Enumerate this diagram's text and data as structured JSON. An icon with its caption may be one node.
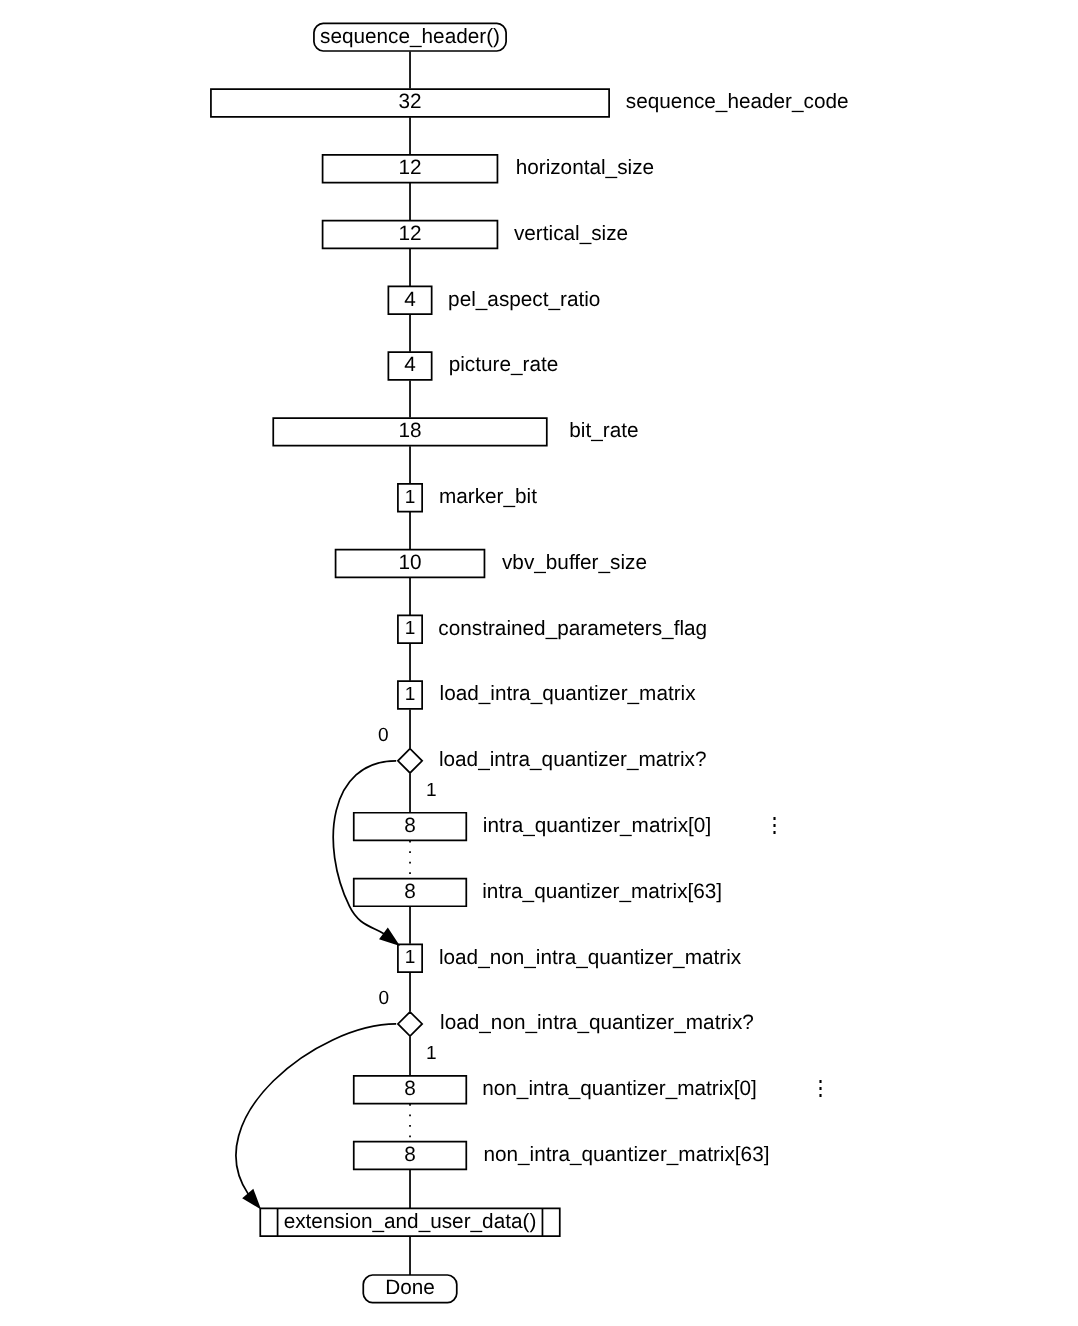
{
  "diagram": {
    "nodes": [
      {
        "text": [
          "sequence_header()"
        ]
      },
      {
        "text": [
          "32"
        ],
        "beside": [
          "sequence_header_code"
        ]
      },
      {
        "text": [
          "12"
        ],
        "beside": [
          "horizontal_size"
        ]
      },
      {
        "text": [
          "12"
        ],
        "beside": [
          "vertical_size"
        ]
      },
      {
        "text": [
          "4"
        ],
        "beside": [
          "pel_aspect_ratio"
        ]
      },
      {
        "text": [
          "4"
        ],
        "beside": [
          "picture_rate"
        ]
      },
      {
        "text": [
          "18"
        ],
        "beside": [
          "bit_rate"
        ]
      },
      {
        "text": [
          "1"
        ],
        "beside": [
          "marker_bit"
        ]
      },
      {
        "text": [
          "10"
        ],
        "beside": [
          "vbv_buffer_size"
        ]
      },
      {
        "text": [
          "1"
        ],
        "beside": [
          "constrained_parameters_flag"
        ]
      },
      {
        "text": [
          "1"
        ],
        "beside": [
          "load_intra_quantizer_matrix"
        ]
      },
      {
        "text": [],
        "shape": "diamond",
        "beside": [
          "load_intra_quantizer_matrix?"
        ]
      },
      {
        "text": [
          "8"
        ],
        "beside": [
          "intra_quantizer_matrix[0]"
        ]
      },
      {
        "text": [
          "8"
        ],
        "beside": [
          "intra_quantizer_matrix[63]"
        ]
      },
      {
        "text": [
          "1"
        ],
        "beside": [
          "load_non_intra_quantizer_matrix"
        ]
      },
      {
        "text": [],
        "shape": "diamond",
        "beside": [
          "load_non_intra_quantizer_matrix?"
        ]
      },
      {
        "text": [
          "8"
        ],
        "beside": [
          "non_intra_quantizer_matrix[0]"
        ]
      },
      {
        "text": [
          "8"
        ],
        "beside": [
          "non_intra_quantizer_matrix[63]"
        ]
      },
      {
        "text": [
          "extension_and_user_data()"
        ]
      },
      {
        "text": [
          "Done"
        ]
      }
    ],
    "edges": [
      {
        "from": 0,
        "to": 1,
        "arrow": "none"
      },
      {
        "from": 1,
        "to": 2,
        "arrow": "none"
      },
      {
        "from": 2,
        "to": 3,
        "arrow": "none"
      },
      {
        "from": 3,
        "to": 4,
        "arrow": "none"
      },
      {
        "from": 4,
        "to": 5,
        "arrow": "none"
      },
      {
        "from": 5,
        "to": 6,
        "arrow": "none"
      },
      {
        "from": 6,
        "to": 7,
        "arrow": "none"
      },
      {
        "from": 7,
        "to": 8,
        "arrow": "none"
      },
      {
        "from": 8,
        "to": 9,
        "arrow": "none"
      },
      {
        "from": 9,
        "to": 10,
        "arrow": "none"
      },
      {
        "from": 10,
        "to": 11,
        "arrow": "none"
      },
      {
        "from": 11,
        "to": 12,
        "label": "1",
        "arrow": "none"
      },
      {
        "from": 12,
        "to": 13,
        "arrow": "none",
        "style": "dashed"
      },
      {
        "from": 13,
        "to": 14,
        "arrow": "none"
      },
      {
        "from": 11,
        "to": 14,
        "label": "0",
        "arrow": "to"
      },
      {
        "from": 14,
        "to": 15,
        "arrow": "none"
      },
      {
        "from": 15,
        "to": 16,
        "label": "1",
        "arrow": "none"
      },
      {
        "from": 16,
        "to": 17,
        "arrow": "none",
        "style": "dashed"
      },
      {
        "from": 17,
        "to": 18,
        "arrow": "none"
      },
      {
        "from": 15,
        "to": 18,
        "label": "0",
        "arrow": "to"
      },
      {
        "from": 18,
        "to": 19,
        "arrow": "none"
      }
    ],
    "labels": [
      "⋮",
      "⋮"
    ]
  }
}
